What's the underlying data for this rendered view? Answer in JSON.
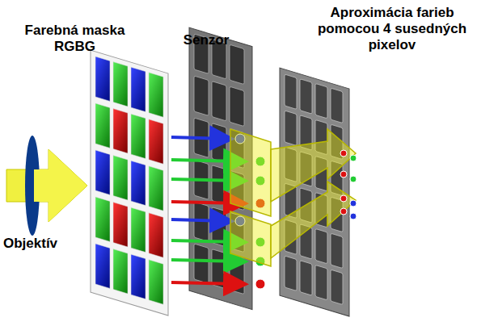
{
  "diagram": {
    "labels": [
      "Farebná maska RGBG",
      "Senzor",
      "Aproximácia farieb pomocou 4 susedných pixelov",
      "Objektív"
    ]
  }
}
